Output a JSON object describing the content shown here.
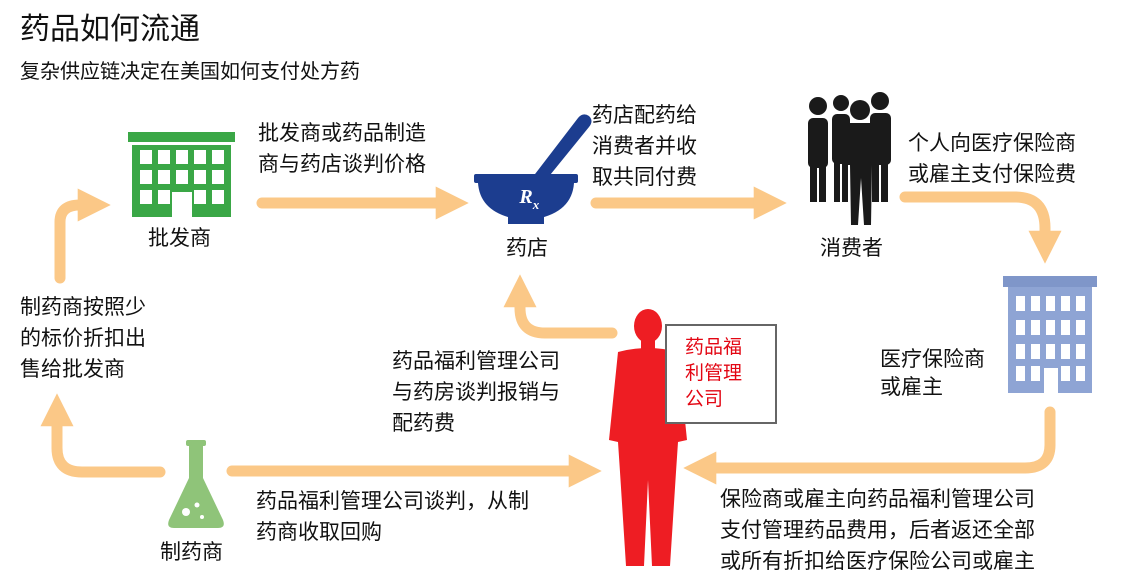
{
  "header": {
    "title": "药品如何流通",
    "subtitle": "复杂供应链决定在美国如何支付处方药"
  },
  "nodes": {
    "wholesaler": "批发商",
    "pharmacy": "药店",
    "consumer": "消费者",
    "insurer": [
      "医疗保险商",
      "或雇主"
    ],
    "manufacturer": "制药商",
    "pbm": [
      "药品福",
      "利管理",
      "公司"
    ]
  },
  "flows": {
    "wholesaler_pharmacy": [
      "批发商或药品制造",
      "商与药店谈判价格"
    ],
    "pharmacy_consumer": [
      "药店配药给",
      "消费者并收",
      "取共同付费"
    ],
    "consumer_insurer": [
      "个人向医疗保险商",
      "或雇主支付保险费"
    ],
    "manufacturer_wholesaler": [
      "制药商按照少",
      "的标价折扣出",
      "售给批发商"
    ],
    "pbm_pharmacy": [
      "药品福利管理公司",
      "与药房谈判报销与",
      "配药费"
    ],
    "manufacturer_pbm": [
      "药品福利管理公司谈判，从制",
      "药商收取回购"
    ],
    "insurer_pbm": [
      "保险商或雇主向药品福利管理公司",
      "支付管理药品费用，后者返还全部",
      "或所有折扣给医疗保险公司或雇主"
    ]
  },
  "colors": {
    "arrow": "#fbc887",
    "building_green": "#3aa746",
    "pharmacy_blue": "#1c3d8f",
    "silhouette": "#1a1a1a",
    "pbm_red": "#e30613",
    "insurer_building": "#8ea4d4",
    "flask_green": "#8fc479"
  },
  "icons": [
    "wholesale-building-icon",
    "mortar-pestle-icon",
    "consumers-silhouette-icon",
    "insurer-building-icon",
    "flask-icon",
    "pbm-person-icon"
  ]
}
